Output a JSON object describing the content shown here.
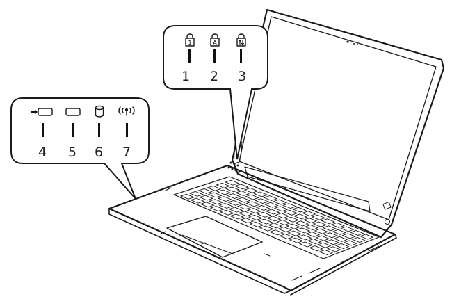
{
  "callout_top": {
    "indicators": [
      {
        "number": "1",
        "icon": "num-lock-icon"
      },
      {
        "number": "2",
        "icon": "caps-lock-icon"
      },
      {
        "number": "3",
        "icon": "scroll-lock-icon"
      }
    ]
  },
  "callout_left": {
    "indicators": [
      {
        "number": "4",
        "icon": "battery-charging-icon"
      },
      {
        "number": "5",
        "icon": "battery-icon"
      },
      {
        "number": "6",
        "icon": "disk-access-icon"
      },
      {
        "number": "7",
        "icon": "wireless-icon"
      }
    ]
  }
}
